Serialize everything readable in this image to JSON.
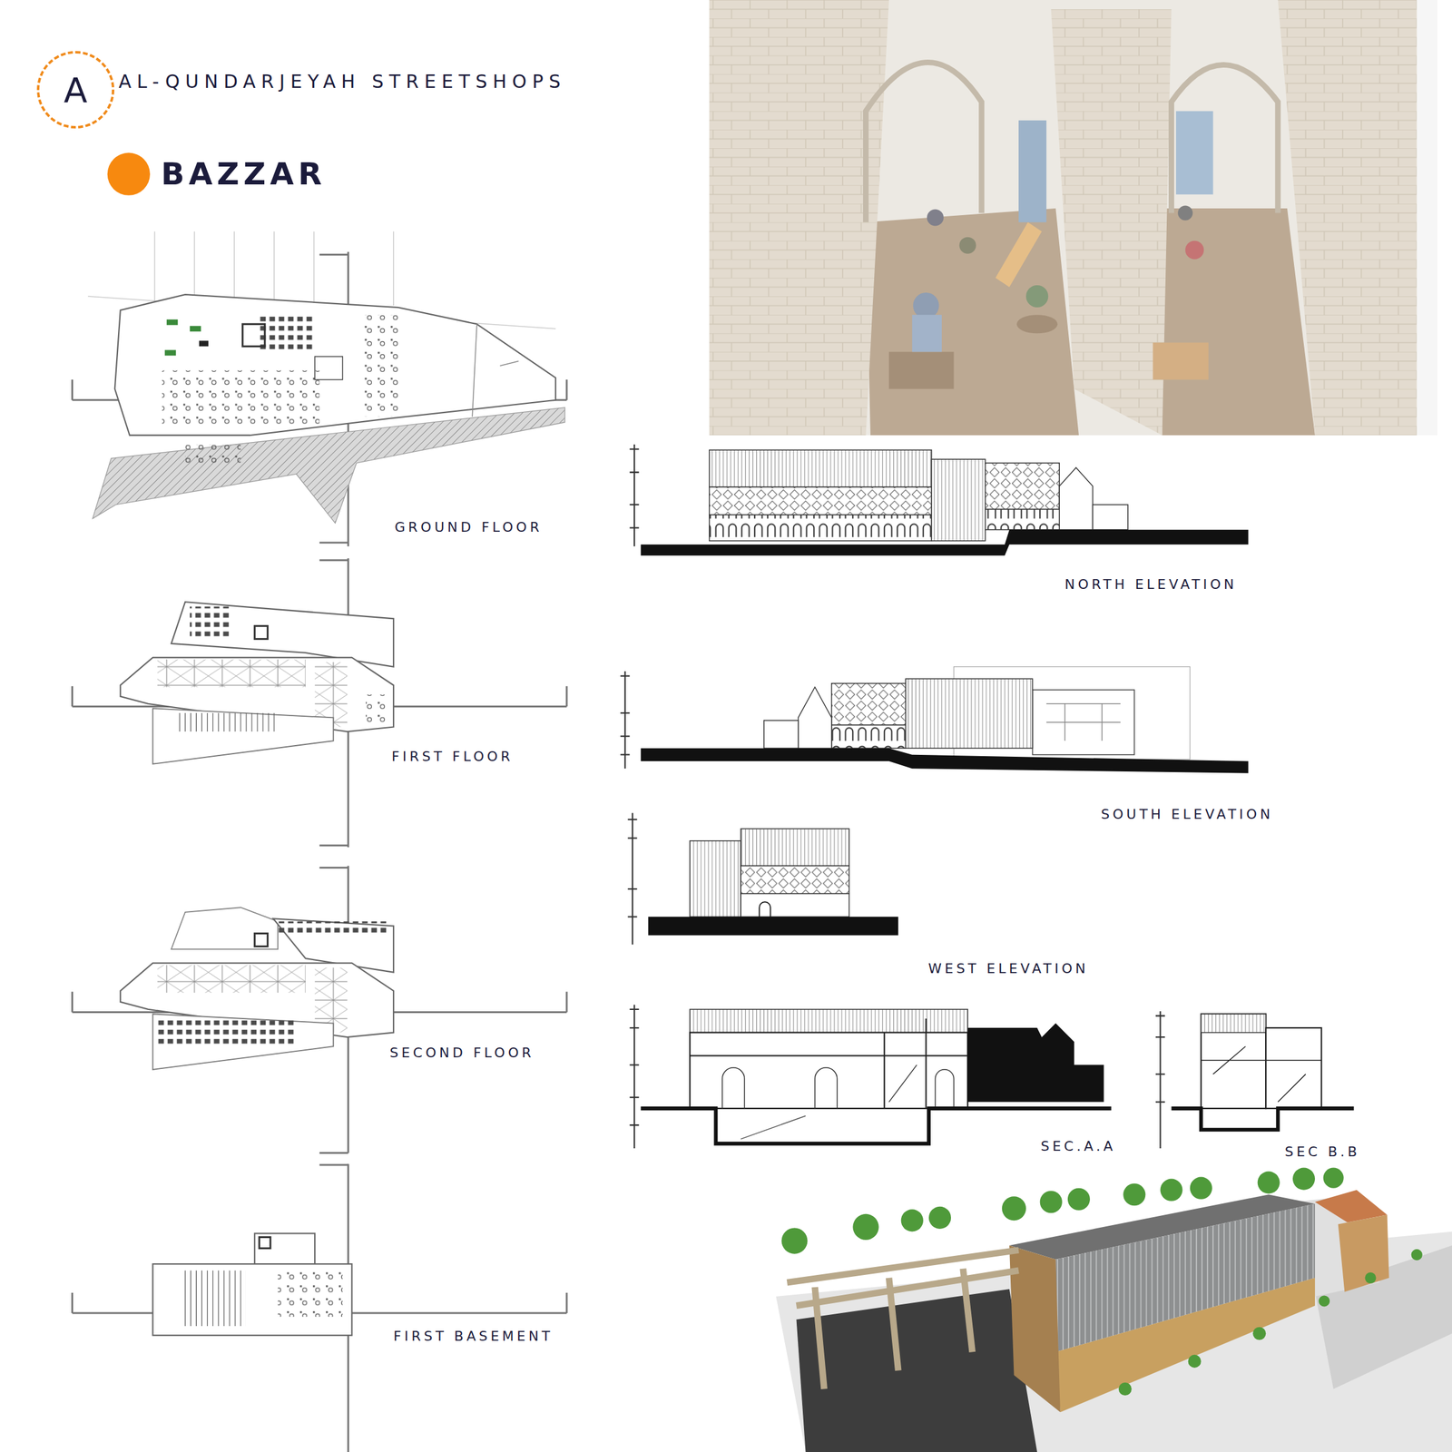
{
  "diagram": {
    "title": "AL-QUNDARJEYAH STREETSHOPS",
    "nodes": [
      {
        "text": [
          "A"
        ]
      }
    ],
    "labels": [
      "BAZZAR",
      "GROUND FLOOR",
      "FIRST FLOOR",
      "SECOND FLOOR",
      "FIRST BASEMENT",
      "NORTH ELEVATION",
      "SOUTH ELEVATION",
      "WEST ELEVATION",
      "SEC.A.A",
      "SEC B.B"
    ]
  }
}
